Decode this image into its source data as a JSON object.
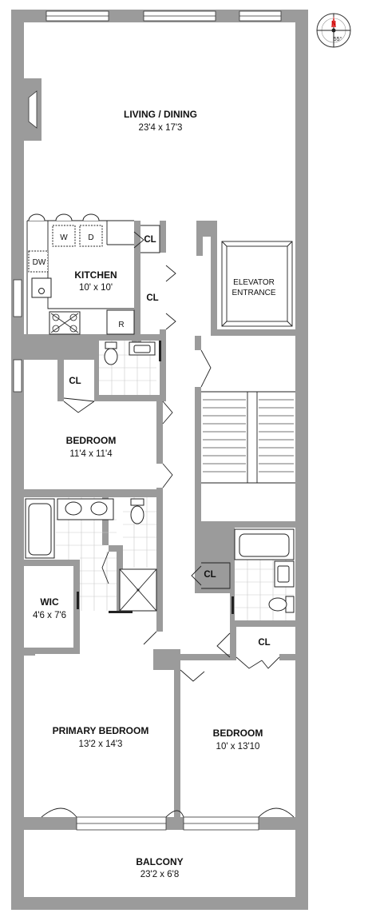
{
  "compass": {
    "north": "N",
    "bearing": "55°",
    "icon": "compass-rose-icon"
  },
  "rooms": {
    "living_dining": {
      "name": "LIVING / DINING",
      "dims": "23'4 x 17'3"
    },
    "kitchen": {
      "name": "KITCHEN",
      "dims": "10' x 10'"
    },
    "elevator": {
      "name_line1": "ELEVATOR",
      "name_line2": "ENTRANCE"
    },
    "bedroom_front": {
      "name": "BEDROOM",
      "dims": "11'4 x 11'4"
    },
    "wic": {
      "name": "WIC",
      "dims": "4'6 x 7'6"
    },
    "primary_bedroom": {
      "name": "PRIMARY BEDROOM",
      "dims": "13'2 x 14'3"
    },
    "bedroom_rear": {
      "name": "BEDROOM",
      "dims": "10' x 13'10"
    },
    "balcony": {
      "name": "BALCONY",
      "dims": "23'2 x 6'8"
    }
  },
  "closets": {
    "kitchen_top": "CL",
    "hall": "CL",
    "bedroom_front": "CL",
    "bath_right": "CL",
    "bedroom_rear": "CL"
  },
  "appliances": {
    "washer": "W",
    "dryer": "D",
    "dishwasher": "DW",
    "refrigerator": "R"
  }
}
